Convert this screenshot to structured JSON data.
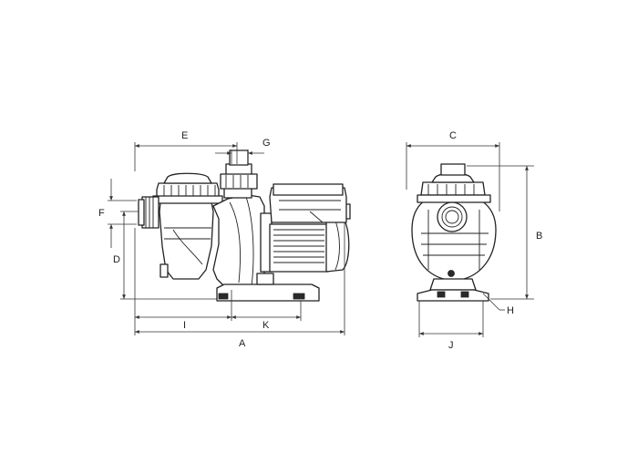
{
  "labels": {
    "A": "A",
    "B": "B",
    "C": "C",
    "D": "D",
    "E": "E",
    "F": "F",
    "G": "G",
    "H": "H",
    "I": "I",
    "J": "J",
    "K": "K"
  },
  "colors": {
    "line": "#222222",
    "background": "#ffffff"
  }
}
